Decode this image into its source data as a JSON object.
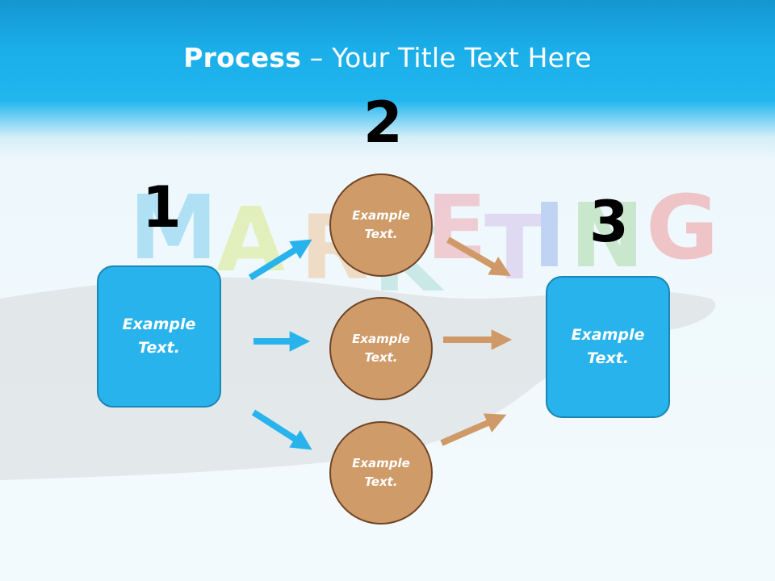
{
  "title": {
    "bold": "Process",
    "dash": " – ",
    "rest": "Your Title Text Here"
  },
  "background_word": "MARKETING",
  "steps": [
    {
      "number": "1",
      "text_line1": "Example",
      "text_line2": "Text."
    },
    {
      "number": "2"
    },
    {
      "number": "3",
      "text_line1": "Example",
      "text_line2": "Text."
    }
  ],
  "circles": [
    {
      "line1": "Example",
      "line2": "Text."
    },
    {
      "line1": "Example",
      "line2": "Text."
    },
    {
      "line1": "Example",
      "line2": "Text."
    }
  ],
  "colors": {
    "header_blue": "#1aaeea",
    "box_blue": "#29b3ec",
    "circle_tan": "#cf9b68",
    "arrow_blue": "#29b3ec",
    "arrow_tan": "#d09a68"
  }
}
